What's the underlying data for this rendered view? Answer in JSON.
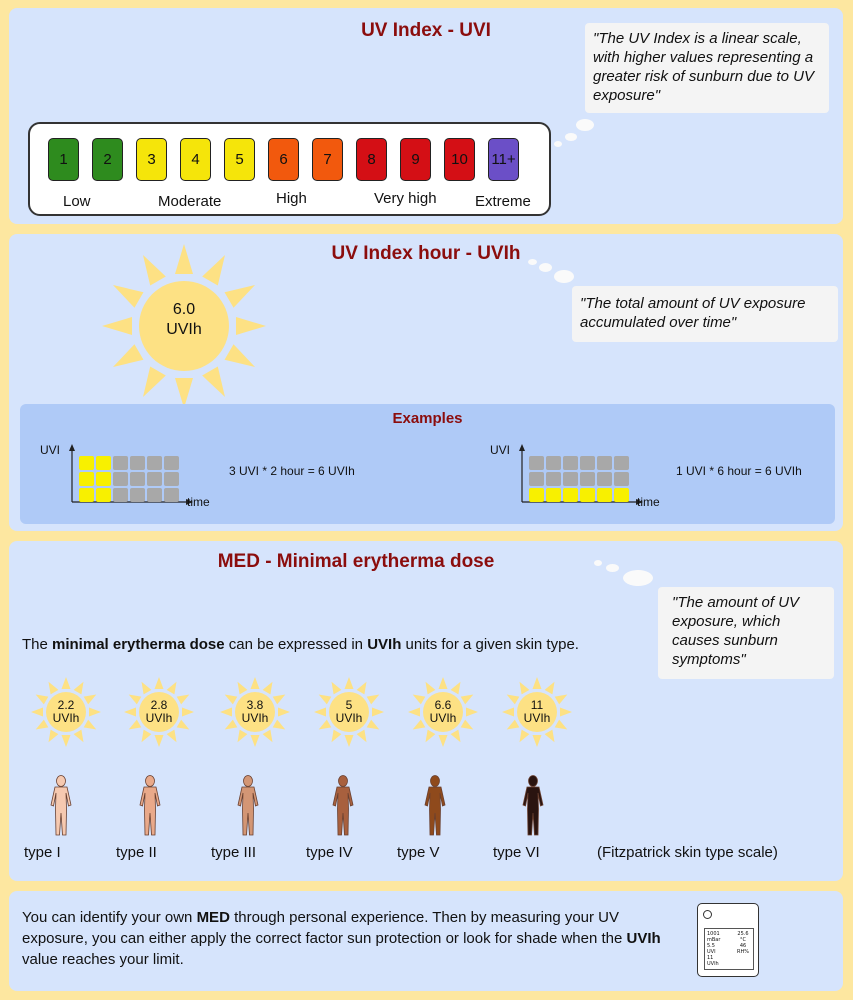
{
  "uvi": {
    "title": "UV Index - UVI",
    "quote": "\"The UV Index is a linear scale, with higher values representing a greater risk of sunburn due to UV exposure\"",
    "scale": [
      {
        "label": "1",
        "color": "#2e8b1e"
      },
      {
        "label": "2",
        "color": "#2e8b1e"
      },
      {
        "label": "3",
        "color": "#f5e50a"
      },
      {
        "label": "4",
        "color": "#f5e50a"
      },
      {
        "label": "5",
        "color": "#f5e50a"
      },
      {
        "label": "6",
        "color": "#f2590d"
      },
      {
        "label": "7",
        "color": "#f2590d"
      },
      {
        "label": "8",
        "color": "#d40f15"
      },
      {
        "label": "9",
        "color": "#d40f15"
      },
      {
        "label": "10",
        "color": "#d40f15"
      },
      {
        "label": "11+",
        "color": "#6b4fc7"
      }
    ],
    "categories": [
      "Low",
      "Moderate",
      "High",
      "Very high",
      "Extreme"
    ]
  },
  "uvih": {
    "title": "UV Index hour - UVIh",
    "sun_value": "6.0",
    "sun_unit": "UVIh",
    "quote": "\"The total amount of UV exposure accumulated over time\"",
    "examples_title": "Examples",
    "axis_y": "UVI",
    "axis_x": "time",
    "example1_eq": "3 UVI * 2 hour = 6 UVIh",
    "example2_eq": "1 UVI * 6 hour = 6 UVIh"
  },
  "med": {
    "title": "MED - Minimal erytherma dose",
    "quote": "\"The amount of UV exposure, which causes sunburn symptoms\"",
    "desc_pre": "The ",
    "desc_bold1": "minimal erytherma dose",
    "desc_mid": " can be expressed in ",
    "desc_bold2": "UVIh",
    "desc_post": " units for a given skin type.",
    "types": [
      {
        "value": "2.2",
        "unit": "UVIh",
        "label": "type I",
        "skin": "#f6c9b0"
      },
      {
        "value": "2.8",
        "unit": "UVIh",
        "label": "type II",
        "skin": "#e9a98a"
      },
      {
        "value": "3.8",
        "unit": "UVIh",
        "label": "type III",
        "skin": "#d39675"
      },
      {
        "value": "5",
        "unit": "UVIh",
        "label": "type IV",
        "skin": "#a8603e"
      },
      {
        "value": "6.6",
        "unit": "UVIh",
        "label": "type V",
        "skin": "#8f4a1c"
      },
      {
        "value": "11",
        "unit": "UVIh",
        "label": "type VI",
        "skin": "#2a1410"
      }
    ],
    "scale_note": "(Fitzpatrick skin type scale)"
  },
  "bottom": {
    "t1": "You can identify your own ",
    "b1": "MED",
    "t2": " through personal experience. Then by measuring your UV exposure, you can either apply the correct factor sun protection or look for shade when the ",
    "b2": "UVIh",
    "t3": " value reaches your limit.",
    "device_lines": [
      "1001",
      "mBar",
      "5.5",
      "UVI",
      "11",
      "UVIh"
    ],
    "device_right": [
      "25.6",
      "°C",
      "46",
      "RH%"
    ]
  },
  "colors": {
    "sun": "#fde184",
    "title": "#8b0d0d",
    "bar_yellow": "#f8f000",
    "bar_grey": "#a8a8a8"
  }
}
